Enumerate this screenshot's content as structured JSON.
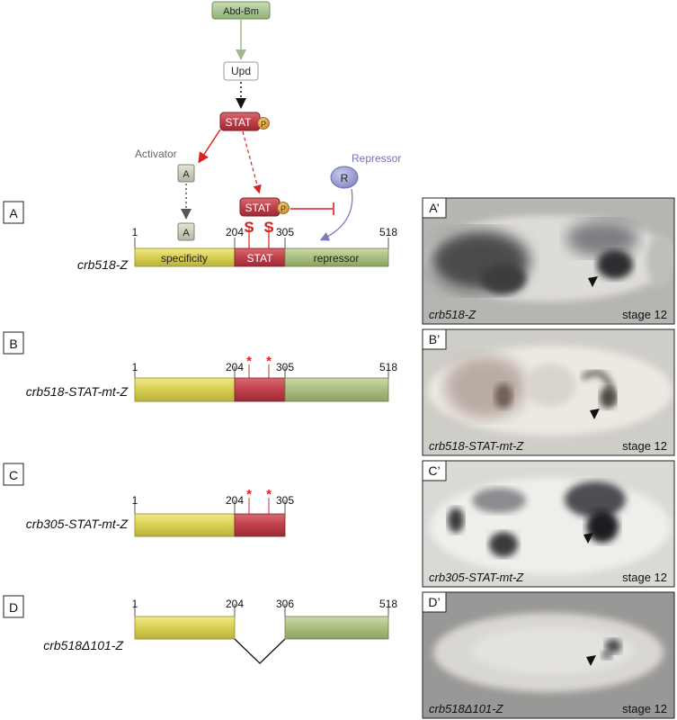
{
  "pathway": {
    "abd_bm": "Abd-Bm",
    "upd": "Upd",
    "stat": "STAT",
    "phospho": "P",
    "activator_label": "Activator",
    "activator_box": "A",
    "repressor_label": "Repressor",
    "repressor_node": "R",
    "site_letter": "S"
  },
  "constructs": [
    {
      "panel": "A",
      "name": "crb518-Z",
      "positions": [
        "1",
        "204",
        "305",
        "518"
      ],
      "segments": {
        "specificity": "specificity",
        "stat": "STAT",
        "repressor": "repressor"
      }
    },
    {
      "panel": "B",
      "name": "crb518-STAT-mt-Z",
      "positions": [
        "1",
        "204",
        "305",
        "518"
      ],
      "mutation_marks": [
        "*",
        "*"
      ]
    },
    {
      "panel": "C",
      "name": "crb305-STAT-mt-Z",
      "positions": [
        "1",
        "204",
        "305"
      ],
      "mutation_marks": [
        "*",
        "*"
      ]
    },
    {
      "panel": "D",
      "name": "crb518Δ101-Z",
      "positions": [
        "1",
        "204",
        "306",
        "518"
      ]
    }
  ],
  "images": [
    {
      "panel": "A’",
      "caption": "crb518-Z",
      "stage": "stage 12"
    },
    {
      "panel": "B’",
      "caption": "crb518-STAT-mt-Z",
      "stage": "stage 12"
    },
    {
      "panel": "C’",
      "caption": "crb305-STAT-mt-Z",
      "stage": "stage 12"
    },
    {
      "panel": "D’",
      "caption": "crb518Δ101-Z",
      "stage": "stage 12"
    }
  ],
  "colors": {
    "specificity": "#d9d35a",
    "stat": "#c0404a",
    "repressor": "#a9be7f",
    "abd_bm_box": "#a8c48e",
    "activator_box": "#c9ccbb",
    "repressor_node": "#9c9fd2",
    "red_arrow": "#e02020",
    "phospho": "#e0a040"
  }
}
